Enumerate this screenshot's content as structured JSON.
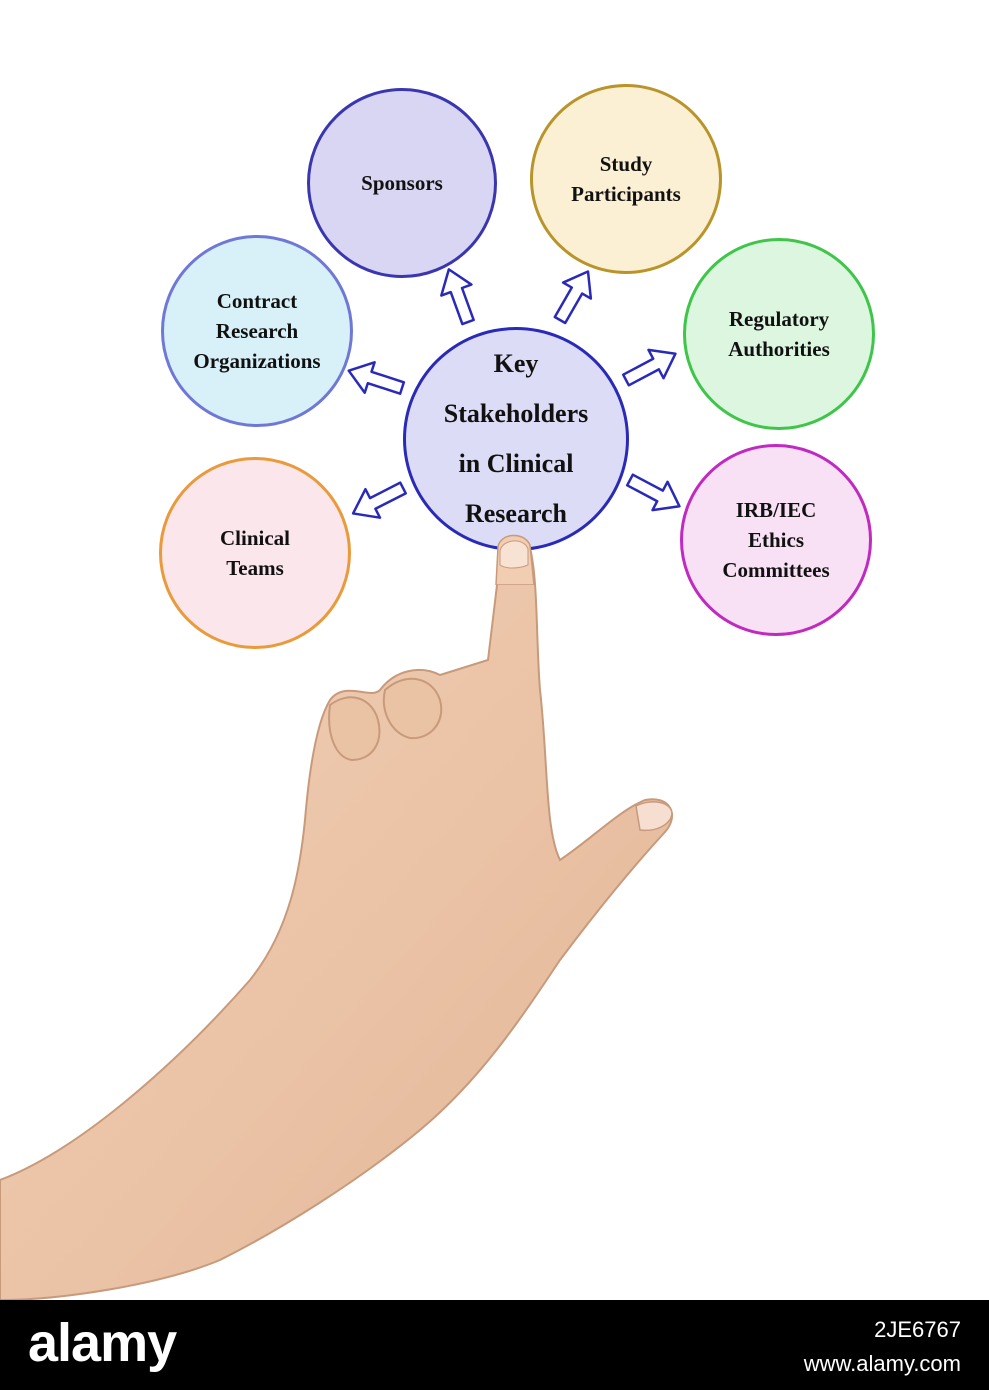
{
  "diagram": {
    "center": {
      "label": "Key\nStakeholders\nin Clinical\nResearch",
      "fill": "#dcdcf6",
      "stroke": "#2a2ab8"
    },
    "nodes": [
      {
        "id": "sponsors",
        "label": "Sponsors",
        "fill": "#d9d6f3",
        "stroke": "#3a36b0"
      },
      {
        "id": "study-participants",
        "label": "Study\nParticipants",
        "fill": "#fbf0d4",
        "stroke": "#b9942a"
      },
      {
        "id": "contract-research-organizations",
        "label": "Contract\nResearch\nOrganizations",
        "fill": "#d8f1f8",
        "stroke": "#6f78d6"
      },
      {
        "id": "regulatory-authorities",
        "label": "Regulatory\nAuthorities",
        "fill": "#dcf6e0",
        "stroke": "#3fc54a"
      },
      {
        "id": "clinical-teams",
        "label": "Clinical\nTeams",
        "fill": "#fbe6ec",
        "stroke": "#e99a3a"
      },
      {
        "id": "irb-iec-ethics-committees",
        "label": "IRB/IEC\nEthics\nCommittees",
        "fill": "#f8e0f5",
        "stroke": "#c02ac0"
      }
    ],
    "arrow_color": "#2a2ab8",
    "hand_icon": "pointing-hand-icon"
  },
  "footer": {
    "logo": "alamy",
    "image_id": "2JE6767",
    "url": "www.alamy.com"
  }
}
